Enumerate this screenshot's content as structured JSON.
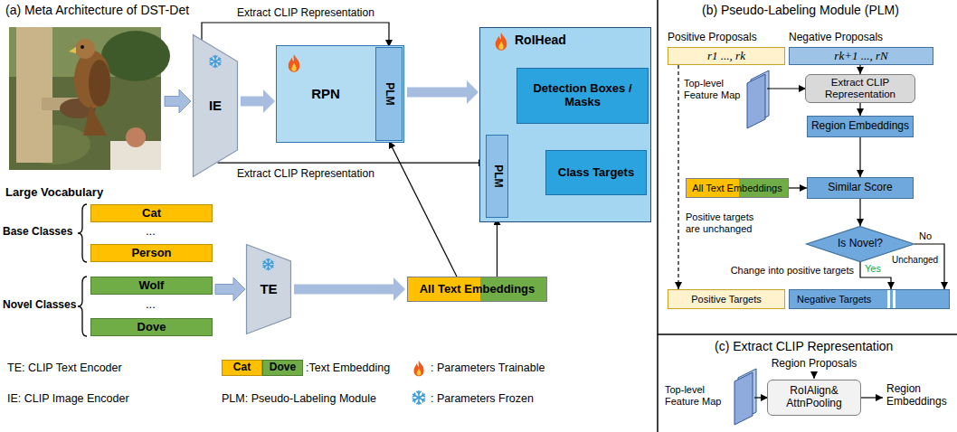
{
  "diagram": {
    "nodes": [
      {
        "text": [
          "IE"
        ]
      },
      {
        "text": [
          "RPN"
        ]
      },
      {
        "text": [
          "PLM"
        ],
        "in": 1
      },
      {
        "text": [
          "RoIHead"
        ]
      },
      {
        "text": [
          "Detection Boxes / Masks"
        ],
        "in": 3
      },
      {
        "text": [
          "PLM"
        ],
        "in": 3
      },
      {
        "text": [
          "Class Targets"
        ],
        "in": 3
      },
      {
        "text": [
          "Cat"
        ]
      },
      {
        "text": [
          "Person"
        ]
      },
      {
        "text": [
          "Wolf"
        ]
      },
      {
        "text": [
          "Dove"
        ]
      },
      {
        "text": [
          "TE"
        ]
      },
      {
        "text": [
          "All Text Embeddings"
        ]
      },
      {
        "text": [
          "Cat"
        ]
      },
      {
        "text": [
          "Dove"
        ]
      },
      {
        "text": [
          "Positive Proposals",
          "r1 ..., rk"
        ]
      },
      {
        "text": [
          "Negative Proposals",
          "rk+1 ..., rN"
        ]
      },
      {
        "text": [
          "Extract CLIP Representation"
        ]
      },
      {
        "text": [
          "Region Embeddings"
        ]
      },
      {
        "text": [
          "All Text Embeddings"
        ]
      },
      {
        "text": [
          "Similar Score"
        ]
      },
      {
        "text": [
          "Is Novel?"
        ]
      },
      {
        "text": [
          "Positive Targets"
        ]
      },
      {
        "text": [
          "Negative Targets"
        ]
      },
      {
        "text": [
          "RoIAlign& AttnPooling"
        ]
      }
    ],
    "edges": [
      {
        "from": 0,
        "to": 2,
        "arrow": "to",
        "label": "Extract CLIP Representation"
      },
      {
        "from": 0,
        "to": 5,
        "arrow": "to",
        "label": "Extract CLIP Representation"
      },
      {
        "from": 0,
        "to": 1,
        "arrow": "to"
      },
      {
        "from": 1,
        "to": 3,
        "arrow": "to"
      },
      {
        "from": 5,
        "to": 6,
        "arrow": "to"
      },
      {
        "from": 12,
        "to": 2,
        "arrow": "to"
      },
      {
        "from": 12,
        "to": 5,
        "arrow": "to"
      },
      {
        "from": 11,
        "to": 12,
        "arrow": "to"
      },
      {
        "from": 15,
        "to": 22,
        "arrow": "to",
        "label": "Positive targets are unchanged"
      },
      {
        "from": 16,
        "to": 17,
        "arrow": "to"
      },
      {
        "from": 17,
        "to": 18,
        "arrow": "to"
      },
      {
        "from": 18,
        "to": 20,
        "arrow": "to"
      },
      {
        "from": 19,
        "to": 20,
        "arrow": "to"
      },
      {
        "from": 20,
        "to": 21,
        "arrow": "to"
      },
      {
        "from": 21,
        "to": 23,
        "arrow": "to",
        "label": "Yes"
      },
      {
        "from": 21,
        "to": 23,
        "arrow": "to",
        "label": "No"
      }
    ],
    "labels": [
      "(a) Meta Architecture of DST-Det",
      "(b) Pseudo-Labeling Module (PLM)",
      "(c) Extract CLIP Representation",
      "Large Vocabulary",
      "Base Classes",
      "Novel Classes",
      "...",
      "...",
      "TE: CLIP Text Encoder",
      "IE: CLIP Image Encoder",
      "PLM: Pseudo-Labeling Module",
      "Top-level Feature Map",
      "Change into positive targets",
      "Unchanged",
      "Region Proposals",
      "Top-level Feature Map",
      "Region Embeddings"
    ],
    "legend": [
      {
        "text": ":Text Embedding"
      },
      {
        "text": ": Parameters Trainable"
      },
      {
        "text": ": Parameters Frozen"
      }
    ]
  }
}
